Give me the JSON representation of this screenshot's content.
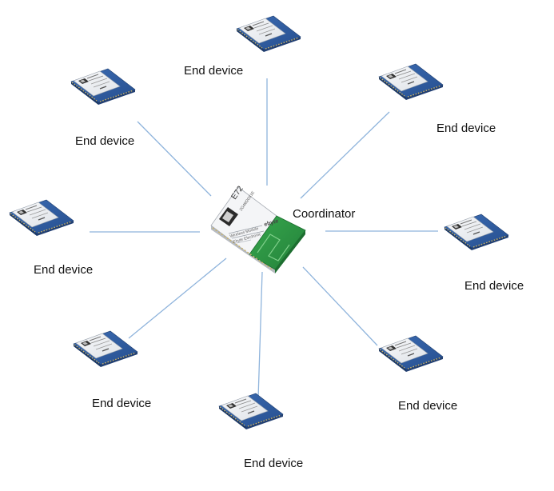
{
  "coordinator": {
    "label": "Coordinator",
    "chip": {
      "model": "E72",
      "model_sub": "2G4M20S1E",
      "brand": "ebyte",
      "line1": "Wireless Module",
      "line2": "Ebyte Electronic"
    }
  },
  "end_devices": [
    {
      "label": "End device"
    },
    {
      "label": "End device"
    },
    {
      "label": "End device"
    },
    {
      "label": "End device"
    },
    {
      "label": "End device"
    },
    {
      "label": "End device"
    },
    {
      "label": "End device"
    },
    {
      "label": "End device"
    }
  ],
  "colors": {
    "link": "#8fb4dc",
    "module_blue": "#2f5fa3",
    "module_green": "#2e9a44",
    "shield": "#eef1f4"
  }
}
